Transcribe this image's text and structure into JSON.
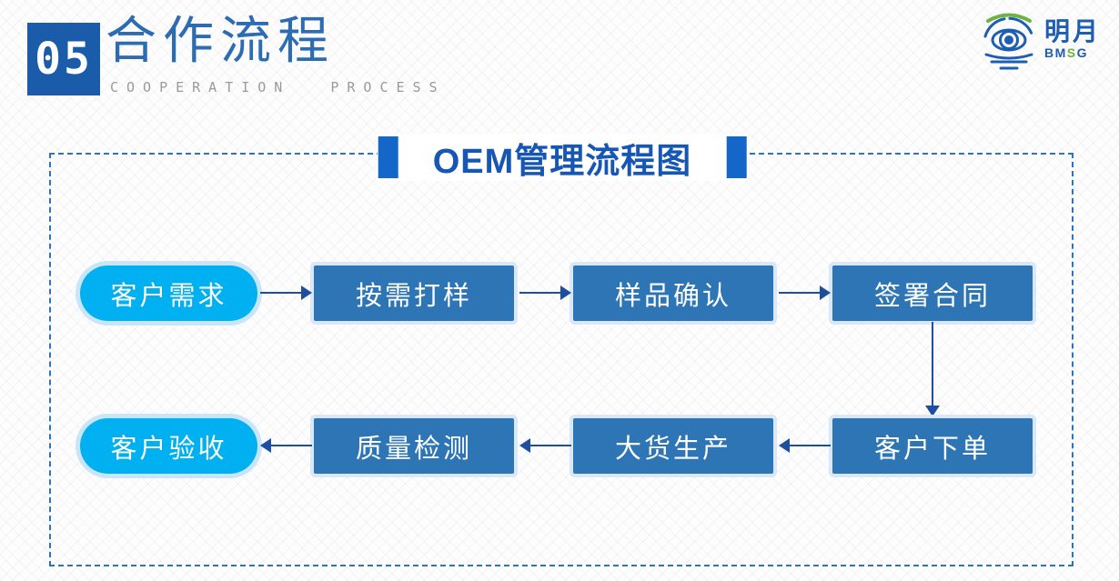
{
  "header": {
    "number": "05",
    "title": "合作流程",
    "subtitle": "COOPERATION PROCESS"
  },
  "logo": {
    "cn": "明月",
    "en_bm": "BM",
    "en_s": "S",
    "en_g": "G"
  },
  "diagram": {
    "title": "OEM管理流程图",
    "row1": [
      {
        "label": "客户需求",
        "shape": "pill"
      },
      {
        "label": "按需打样",
        "shape": "rect"
      },
      {
        "label": "样品确认",
        "shape": "rect"
      },
      {
        "label": "签署合同",
        "shape": "rect"
      }
    ],
    "row2": [
      {
        "label": "客户验收",
        "shape": "pill"
      },
      {
        "label": "质量检测",
        "shape": "rect"
      },
      {
        "label": "大货生产",
        "shape": "rect"
      },
      {
        "label": "客户下单",
        "shape": "rect"
      }
    ],
    "flow_row1_direction": "left-to-right",
    "flow_row2_direction": "right-to-left"
  },
  "colors": {
    "rect_blue": "#2e75b6",
    "pill_cyan": "#00b0f0",
    "arrow_navy": "#1d4f9e",
    "diagram_title_blue": "#1656b5",
    "number_box_blue": "#1a5ca9",
    "header_title_blue": "#2b6cb3",
    "subtitle_gray": "#9a9a9a",
    "logo_green": "#6cb33f",
    "frame_dash_blue": "#2f74bb"
  }
}
